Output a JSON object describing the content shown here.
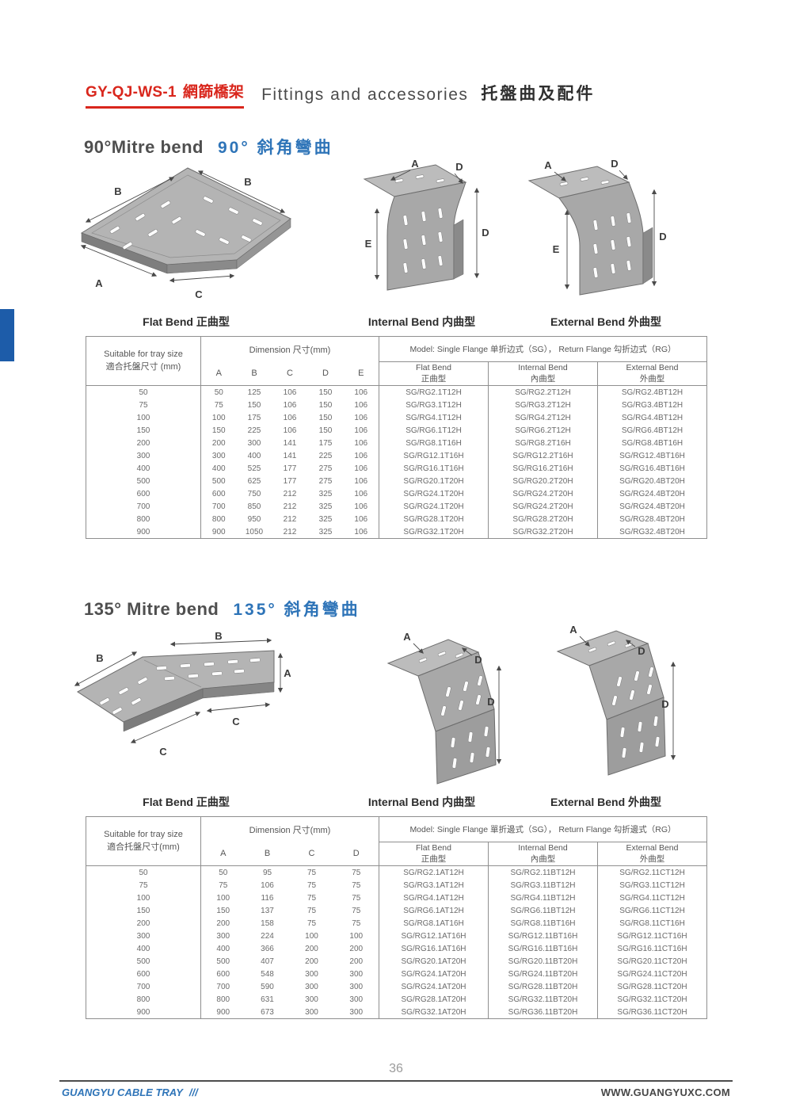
{
  "colors": {
    "accent_red": "#d9261c",
    "accent_blue": "#2e74b8"
  },
  "header": {
    "code": "GY-QJ-WS-1",
    "code_cn": "網篩橋架",
    "title_en": "Fittings and accessories",
    "title_cn": "托盤曲及配件"
  },
  "section90": {
    "title_en": "90°Mitre bend",
    "title_cn": "90° 斜角彎曲",
    "captions": [
      "Flat Bend 正曲型",
      "Internal Bend 内曲型",
      "External Bend 外曲型"
    ],
    "diagram_labels": {
      "flat": [
        "B",
        "B",
        "A",
        "C"
      ],
      "internal": [
        "A",
        "D",
        "D",
        "E"
      ],
      "external": [
        "A",
        "D",
        "E",
        "D"
      ]
    },
    "table": {
      "suitable_en": "Suitable for tray size",
      "suitable_cn": "適合托盤尺寸 (mm)",
      "dimension_header": "Dimension 尺寸(mm)",
      "dim_letters": [
        "A",
        "B",
        "C",
        "D",
        "E"
      ],
      "model_header": "Model:  Single Flange 单折边式（SG）， Return Flange 勾折边式（RG）",
      "model_cols": [
        {
          "en": "Flat Bend",
          "cn": "正曲型"
        },
        {
          "en": "Internal Bend",
          "cn": "內曲型"
        },
        {
          "en": "External Bend",
          "cn": "外曲型"
        }
      ],
      "rows": [
        [
          "50",
          "50",
          "125",
          "106",
          "150",
          "106",
          "SG/RG2.1T12H",
          "SG/RG2.2T12H",
          "SG/RG2.4BT12H"
        ],
        [
          "75",
          "75",
          "150",
          "106",
          "150",
          "106",
          "SG/RG3.1T12H",
          "SG/RG3.2T12H",
          "SG/RG3.4BT12H"
        ],
        [
          "100",
          "100",
          "175",
          "106",
          "150",
          "106",
          "SG/RG4.1T12H",
          "SG/RG4.2T12H",
          "SG/RG4.4BT12H"
        ],
        [
          "150",
          "150",
          "225",
          "106",
          "150",
          "106",
          "SG/RG6.1T12H",
          "SG/RG6.2T12H",
          "SG/RG6.4BT12H"
        ],
        [
          "200",
          "200",
          "300",
          "141",
          "175",
          "106",
          "SG/RG8.1T16H",
          "SG/RG8.2T16H",
          "SG/RG8.4BT16H"
        ],
        [
          "300",
          "300",
          "400",
          "141",
          "225",
          "106",
          "SG/RG12.1T16H",
          "SG/RG12.2T16H",
          "SG/RG12.4BT16H"
        ],
        [
          "400",
          "400",
          "525",
          "177",
          "275",
          "106",
          "SG/RG16.1T16H",
          "SG/RG16.2T16H",
          "SG/RG16.4BT16H"
        ],
        [
          "500",
          "500",
          "625",
          "177",
          "275",
          "106",
          "SG/RG20.1T20H",
          "SG/RG20.2T20H",
          "SG/RG20.4BT20H"
        ],
        [
          "600",
          "600",
          "750",
          "212",
          "325",
          "106",
          "SG/RG24.1T20H",
          "SG/RG24.2T20H",
          "SG/RG24.4BT20H"
        ],
        [
          "700",
          "700",
          "850",
          "212",
          "325",
          "106",
          "SG/RG24.1T20H",
          "SG/RG24.2T20H",
          "SG/RG24.4BT20H"
        ],
        [
          "800",
          "800",
          "950",
          "212",
          "325",
          "106",
          "SG/RG28.1T20H",
          "SG/RG28.2T20H",
          "SG/RG28.4BT20H"
        ],
        [
          "900",
          "900",
          "1050",
          "212",
          "325",
          "106",
          "SG/RG32.1T20H",
          "SG/RG32.2T20H",
          "SG/RG32.4BT20H"
        ]
      ]
    }
  },
  "section135": {
    "title_en": "135°  Mitre bend",
    "title_cn": "135° 斜角彎曲",
    "captions": [
      "Flat Bend 正曲型",
      "Internal Bend 内曲型",
      "External Bend 外曲型"
    ],
    "diagram_labels": {
      "flat": [
        "B",
        "B",
        "A",
        "C",
        "C"
      ],
      "internal": [
        "A",
        "D",
        "D"
      ],
      "external": [
        "A",
        "D",
        "D"
      ]
    },
    "table": {
      "suitable_en": "Suitable for tray size",
      "suitable_cn": "適合托盤尺寸(mm)",
      "dimension_header": "Dimension 尺寸(mm)",
      "dim_letters": [
        "A",
        "B",
        "C",
        "D"
      ],
      "model_header": "Model:  Single Flange 單折邊式（SG）， Return Flange 勾折邊式（RG）",
      "model_cols": [
        {
          "en": "Flat Bend",
          "cn": "正曲型"
        },
        {
          "en": "Internal Bend",
          "cn": "內曲型"
        },
        {
          "en": "External Bend",
          "cn": "外曲型"
        }
      ],
      "rows": [
        [
          "50",
          "50",
          "95",
          "75",
          "75",
          "SG/RG2.1AT12H",
          "SG/RG2.11BT12H",
          "SG/RG2.11CT12H"
        ],
        [
          "75",
          "75",
          "106",
          "75",
          "75",
          "SG/RG3.1AT12H",
          "SG/RG3.11BT12H",
          "SG/RG3.11CT12H"
        ],
        [
          "100",
          "100",
          "116",
          "75",
          "75",
          "SG/RG4.1AT12H",
          "SG/RG4.11BT12H",
          "SG/RG4.11CT12H"
        ],
        [
          "150",
          "150",
          "137",
          "75",
          "75",
          "SG/RG6.1AT12H",
          "SG/RG6.11BT12H",
          "SG/RG6.11CT12H"
        ],
        [
          "200",
          "200",
          "158",
          "75",
          "75",
          "SG/RG8.1AT16H",
          "SG/RG8.11BT16H",
          "SG/RG8.11CT16H"
        ],
        [
          "300",
          "300",
          "224",
          "100",
          "100",
          "SG/RG12.1AT16H",
          "SG/RG12.11BT16H",
          "SG/RG12.11CT16H"
        ],
        [
          "400",
          "400",
          "366",
          "200",
          "200",
          "SG/RG16.1AT16H",
          "SG/RG16.11BT16H",
          "SG/RG16.11CT16H"
        ],
        [
          "500",
          "500",
          "407",
          "200",
          "200",
          "SG/RG20.1AT20H",
          "SG/RG20.11BT20H",
          "SG/RG20.11CT20H"
        ],
        [
          "600",
          "600",
          "548",
          "300",
          "300",
          "SG/RG24.1AT20H",
          "SG/RG24.11BT20H",
          "SG/RG24.11CT20H"
        ],
        [
          "700",
          "700",
          "590",
          "300",
          "300",
          "SG/RG24.1AT20H",
          "SG/RG28.11BT20H",
          "SG/RG28.11CT20H"
        ],
        [
          "800",
          "800",
          "631",
          "300",
          "300",
          "SG/RG28.1AT20H",
          "SG/RG32.11BT20H",
          "SG/RG32.11CT20H"
        ],
        [
          "900",
          "900",
          "673",
          "300",
          "300",
          "SG/RG32.1AT20H",
          "SG/RG36.11BT20H",
          "SG/RG36.11CT20H"
        ]
      ]
    }
  },
  "footer": {
    "page_number": "36",
    "left_text": "GUANGYU CABLE TRAY",
    "left_slashes": "///",
    "right_text": "WWW.GUANGYUXC.COM"
  }
}
